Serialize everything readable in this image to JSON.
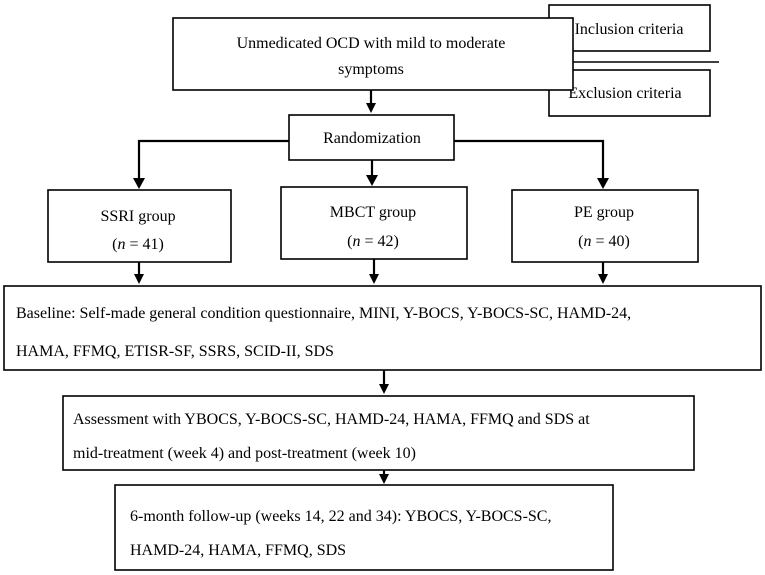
{
  "legend": {
    "inclusion": "Inclusion criteria",
    "exclusion": "Exclusion criteria"
  },
  "top": {
    "line1": "Unmedicated OCD with mild to moderate",
    "line2": "symptoms"
  },
  "randomization": "Randomization",
  "groups": [
    {
      "name": "SSRI group",
      "n_prefix": "(",
      "n_var": "n",
      "n_suffix": " = 41)"
    },
    {
      "name": "MBCT group",
      "n_prefix": "(",
      "n_var": "n",
      "n_suffix": " = 42)"
    },
    {
      "name": "PE group",
      "n_prefix": "(",
      "n_var": "n",
      "n_suffix": " = 40)"
    }
  ],
  "baseline": {
    "line1": "Baseline: Self-made general condition questionnaire, MINI, Y-BOCS, Y-BOCS-SC, HAMD-24,",
    "line2": "HAMA, FFMQ, ETISR-SF, SSRS, SCID-II, SDS"
  },
  "assessment": {
    "line1": "Assessment with YBOCS, Y-BOCS-SC, HAMD-24, HAMA, FFMQ and SDS at",
    "line2": "mid-treatment (week 4) and post-treatment (week 10)"
  },
  "followup": {
    "line1": "6-month follow-up (weeks 14, 22 and 34): YBOCS, Y-BOCS-SC,",
    "line2": "HAMD-24, HAMA, FFMQ, SDS"
  }
}
